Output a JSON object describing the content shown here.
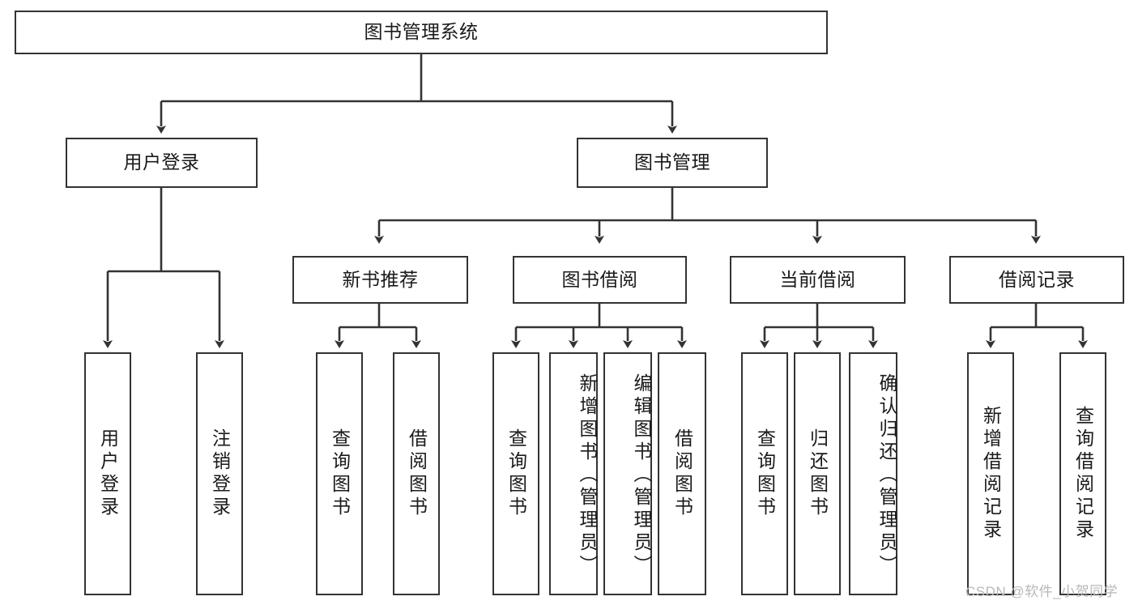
{
  "diagram": {
    "title_node": {
      "label": "图书管理系统"
    },
    "level2": [
      {
        "id": "user-login",
        "label": "用户登录"
      },
      {
        "id": "book-management",
        "label": "图书管理"
      }
    ],
    "level3": [
      {
        "id": "new-book-recommend",
        "label": "新书推荐"
      },
      {
        "id": "book-borrow",
        "label": "图书借阅"
      },
      {
        "id": "current-borrow",
        "label": "当前借阅"
      },
      {
        "id": "borrow-record",
        "label": "借阅记录"
      }
    ],
    "leaves": [
      {
        "id": "leaf-user-login",
        "label": "用户登录"
      },
      {
        "id": "leaf-logout-login",
        "label": "注销登录"
      },
      {
        "id": "leaf-query-book-1",
        "label": "查询图书"
      },
      {
        "id": "leaf-borrow-book-1",
        "label": "借阅图书"
      },
      {
        "id": "leaf-query-book-2",
        "label": "查询图书"
      },
      {
        "id": "leaf-add-book-admin",
        "label": "新增图书（管理员）"
      },
      {
        "id": "leaf-edit-book-admin",
        "label": "编辑图书（管理员）"
      },
      {
        "id": "leaf-borrow-book-2",
        "label": "借阅图书"
      },
      {
        "id": "leaf-query-book-3",
        "label": "查询图书"
      },
      {
        "id": "leaf-return-book",
        "label": "归还图书"
      },
      {
        "id": "leaf-confirm-return-admin",
        "label": "确认归还（管理员）"
      },
      {
        "id": "leaf-add-borrow-record",
        "label": "新增借阅记录"
      },
      {
        "id": "leaf-query-borrow-record",
        "label": "查询借阅记录"
      }
    ],
    "watermark": "CSDN @软件_小贺同学",
    "colors": {
      "stroke": "#333333",
      "text": "#1a1a1a",
      "background": "#ffffff",
      "watermark": "#b8b8b8"
    }
  }
}
